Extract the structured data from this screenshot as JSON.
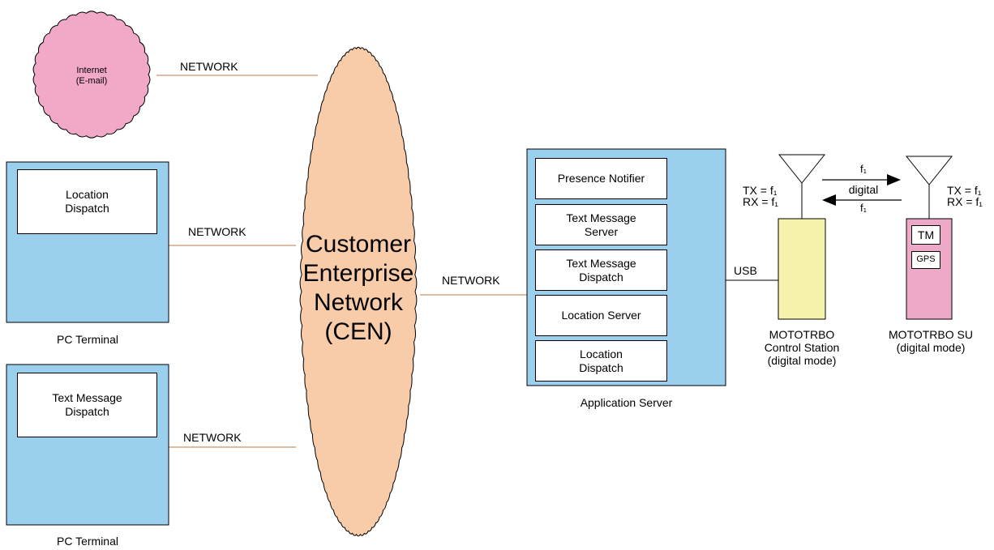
{
  "internet": {
    "label": "Internet\n(E-mail)"
  },
  "cen": {
    "label": "Customer\nEnterprise\nNetwork\n(CEN)"
  },
  "network_label": "NETWORK",
  "pc_terminal_1": {
    "box_label": "Location\nDispatch",
    "caption": "PC Terminal"
  },
  "pc_terminal_2": {
    "box_label": "Text Message\nDispatch",
    "caption": "PC Terminal"
  },
  "app_server": {
    "caption": "Application Server",
    "modules": [
      "Presence Notifier",
      "Text Message\nServer",
      "Text Message\nDispatch",
      "Location Server",
      "Location\nDispatch"
    ]
  },
  "usb_label": "USB",
  "control_station": {
    "caption": "MOTOTRBO\nControl Station\n(digital mode)",
    "tx_rx": "TX = f₁\nRX = f₁"
  },
  "su": {
    "caption": "MOTOTRBO  SU\n(digital mode)",
    "tx_rx": "TX = f₁\nRX = f₁",
    "tm_label": "TM",
    "gps_label": "GPS"
  },
  "link": {
    "top": "f₁",
    "middle": "digital",
    "bottom": "f₁"
  },
  "colors": {
    "pc_fill": "#9bcfee",
    "internet_fill": "#f2a9c8",
    "cen_fill": "#f8cca9",
    "control_station_fill": "#f7f3ad",
    "su_fill": "#eea9c8",
    "network_line": "#b77a4a"
  }
}
